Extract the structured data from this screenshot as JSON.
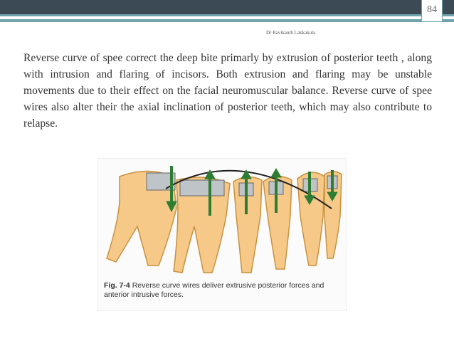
{
  "slide": {
    "page_number": "84",
    "author": "Dr Ravikanth Lakkakula",
    "paragraph": "Reverse curve of spee correct the deep bite primarly by extrusion of posterior teeth , along with intrusion and flaring of incisors. Both extrusion and flaring may be unstable movements due to their effect on the facial neuromuscular balance. Reverse curve of spee wires also alter their the axial inclination of posterior teeth, which may also contribute to relapse."
  },
  "figure": {
    "label": "Fig. 7-4",
    "caption": "Reverse curve wires deliver extrusive posterior forces and anterior intrusive forces.",
    "colors": {
      "tooth": "#f6c988",
      "tooth_outline": "#c8923f",
      "arrow": "#2e7d32",
      "bracket": "#bfc4c8",
      "wire": "#222222"
    }
  }
}
